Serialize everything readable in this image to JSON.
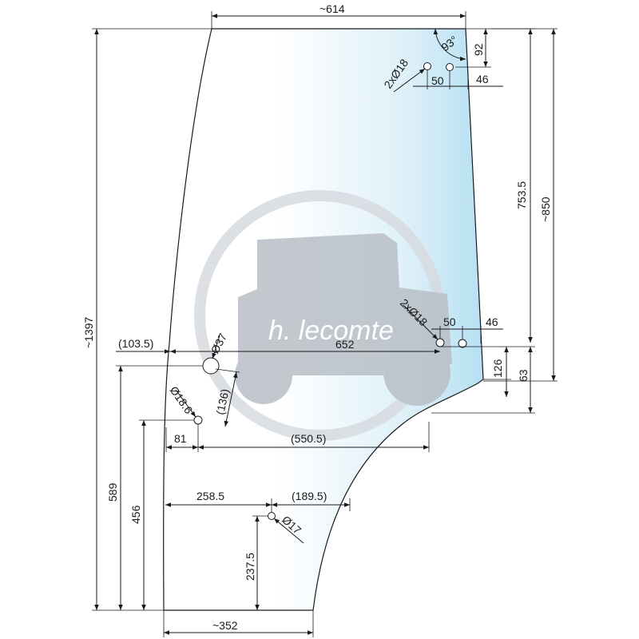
{
  "drawing": {
    "watermark_text": "h. lecomte",
    "glass_gradient": [
      "#ffffff",
      "#d6eef8",
      "#b9e2f4"
    ],
    "dimensions": {
      "top_width": "~614",
      "angle": "93°",
      "top_right_v": "92",
      "top_holes": "2xØ18",
      "top_hole_spacing": "50",
      "top_hole_edge": "46",
      "height_total": "~1397",
      "height_7535": "753.5",
      "height_850": "~850",
      "mid_holes": "2xØ18",
      "mid_hole_spacing": "50",
      "mid_hole_edge": "46",
      "left_offset": "(103.5)",
      "hole37": "Ø37",
      "span_652": "652",
      "right_126": "126",
      "right_63": "63",
      "diag_136": "(136)",
      "hole186": "Ø18.6",
      "dim_81": "81",
      "dim_5505": "(550.5)",
      "dim_589": "589",
      "dim_456": "456",
      "dim_2585": "258.5",
      "dim_1895": "(189.5)",
      "hole17": "Ø17",
      "dim_2375": "237.5",
      "bottom_width": "~352"
    }
  }
}
